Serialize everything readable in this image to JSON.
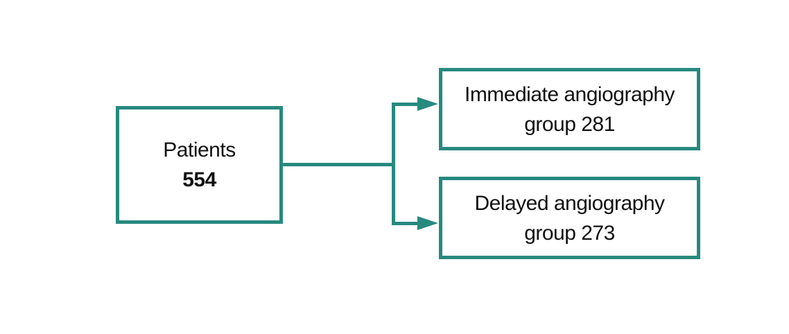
{
  "figure": {
    "background": "#ffffff",
    "accent_color": "#27897F",
    "text_color": "#111111",
    "root_box": {
      "label": "Patients",
      "count": "554"
    },
    "branch_boxes": [
      {
        "name": "immediate",
        "lines": [
          "Immediate angiography",
          "group 281"
        ]
      },
      {
        "name": "delayed",
        "lines": [
          "Delayed angiography",
          "group 273"
        ]
      }
    ]
  }
}
